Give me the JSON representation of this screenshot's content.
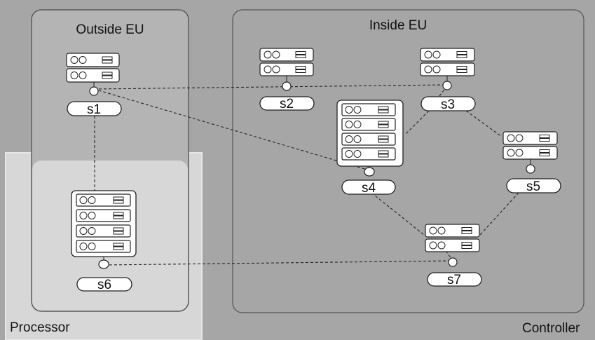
{
  "regions": {
    "controller": "Controller",
    "processor": "Processor",
    "outside_eu": "Outside EU",
    "inside_eu": "Inside EU"
  },
  "nodes": {
    "s1": "s1",
    "s2": "s2",
    "s3": "s3",
    "s4": "s4",
    "s5": "s5",
    "s6": "s6",
    "s7": "s7"
  },
  "colors": {
    "controller_bg": "#a6a6a6",
    "processor_bg": "#d7d7d7",
    "outside_eu_box": "#b9b9b9",
    "inside_eu_box": "#a6a6a6"
  }
}
